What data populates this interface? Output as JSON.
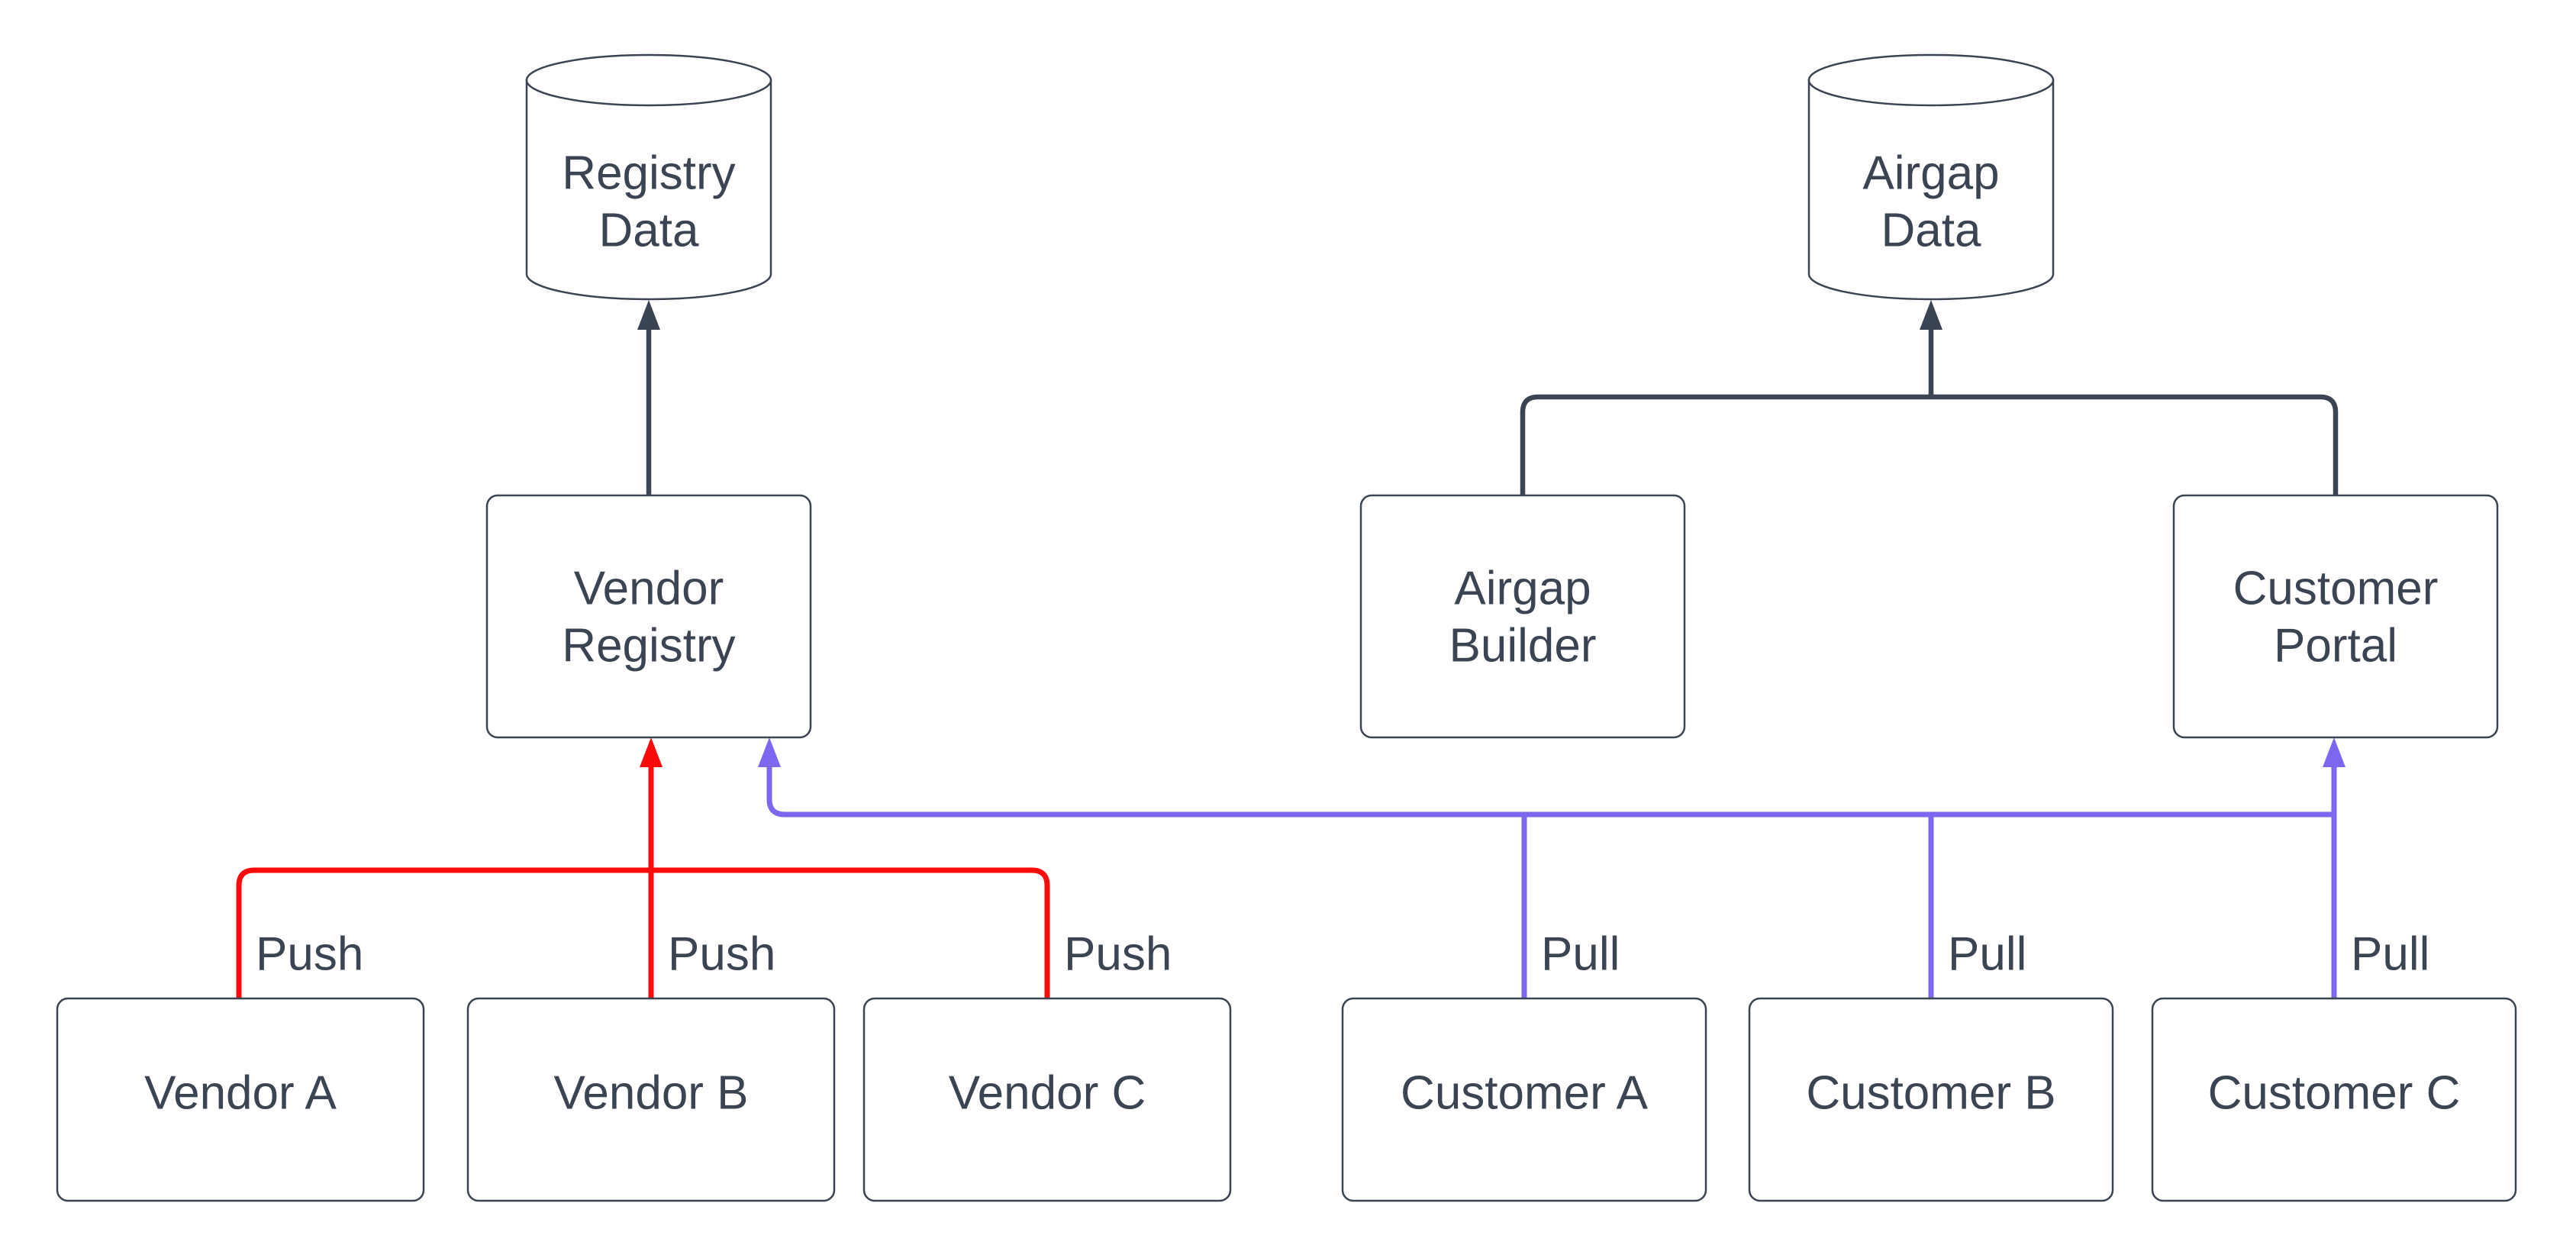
{
  "colors": {
    "line_dark": "#3b4453",
    "push_red": "#f90b0b",
    "pull_blue": "#7b68ee",
    "text": "#3b4453",
    "node_fill": "#ffffff",
    "background": "#ffffff"
  },
  "nodes": {
    "registry_data": {
      "shape": "cylinder",
      "line1": "Registry",
      "line2": "Data"
    },
    "airgap_data": {
      "shape": "cylinder",
      "line1": "Airgap",
      "line2": "Data"
    },
    "vendor_registry": {
      "shape": "box",
      "line1": "Vendor",
      "line2": "Registry"
    },
    "airgap_builder": {
      "shape": "box",
      "line1": "Airgap",
      "line2": "Builder"
    },
    "customer_portal": {
      "shape": "box",
      "line1": "Customer",
      "line2": "Portal"
    },
    "vendor_a": {
      "shape": "box",
      "label": "Vendor A"
    },
    "vendor_b": {
      "shape": "box",
      "label": "Vendor B"
    },
    "vendor_c": {
      "shape": "box",
      "label": "Vendor C"
    },
    "customer_a": {
      "shape": "box",
      "label": "Customer A"
    },
    "customer_b": {
      "shape": "box",
      "label": "Customer B"
    },
    "customer_c": {
      "shape": "box",
      "label": "Customer C"
    }
  },
  "edges": {
    "push_a": {
      "from": "Vendor A",
      "to": "Vendor Registry",
      "label": "Push"
    },
    "push_b": {
      "from": "Vendor B",
      "to": "Vendor Registry",
      "label": "Push"
    },
    "push_c": {
      "from": "Vendor C",
      "to": "Vendor Registry",
      "label": "Push"
    },
    "pull_a": {
      "from": "Customer A",
      "to": "Vendor Registry / Customer Portal",
      "label": "Pull"
    },
    "pull_b": {
      "from": "Customer B",
      "to": "Vendor Registry / Customer Portal",
      "label": "Pull"
    },
    "pull_c": {
      "from": "Customer C",
      "to": "Vendor Registry / Customer Portal",
      "label": "Pull"
    }
  }
}
